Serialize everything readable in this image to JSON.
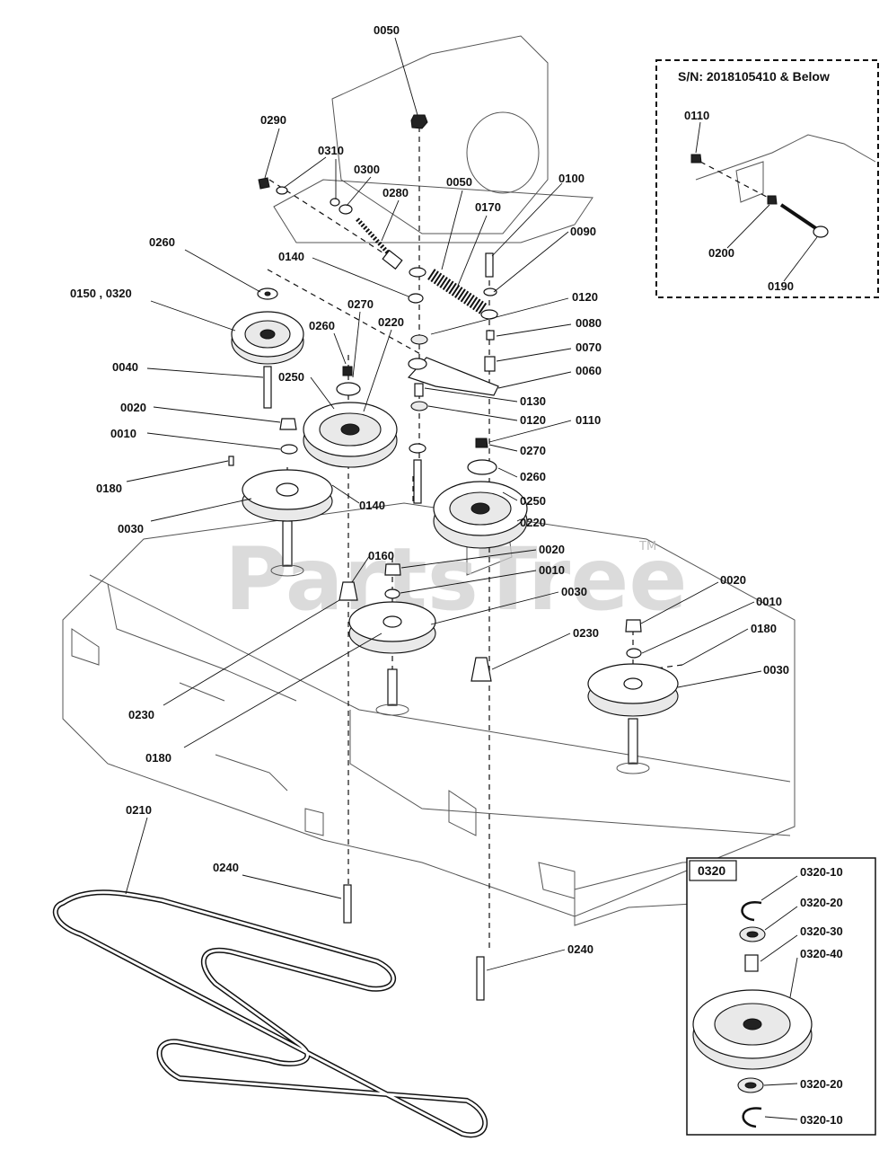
{
  "watermark": {
    "text": "PartsTree",
    "tm": "TM"
  },
  "inset_serial": {
    "title": "S/N: 2018105410 & Below",
    "labels": {
      "l0110": "0110",
      "l0200": "0200",
      "l0190": "0190"
    }
  },
  "inset_0320": {
    "tag": "0320",
    "labels": {
      "l10a": "0320-10",
      "l20a": "0320-20",
      "l30": "0320-30",
      "l40": "0320-40",
      "l20b": "0320-20",
      "l10b": "0320-10"
    }
  },
  "callouts": {
    "c0050a": "0050",
    "c0290": "0290",
    "c0310": "0310",
    "c0300": "0300",
    "c0280": "0280",
    "c0050b": "0050",
    "c0100": "0100",
    "c0170": "0170",
    "c0090": "0090",
    "c0260a": "0260",
    "c0140a": "0140",
    "c0120a": "0120",
    "c0150": "0150 , 0320",
    "c0270a": "0270",
    "c0220a": "0220",
    "c0080": "0080",
    "c0260b": "0260",
    "c0070": "0070",
    "c0040": "0040",
    "c0250a": "0250",
    "c0060": "0060",
    "c0130": "0130",
    "c0020a": "0020",
    "c0120b": "0120",
    "c0110": "0110",
    "c0010a": "0010",
    "c0270b": "0270",
    "c0180a": "0180",
    "c0260c": "0260",
    "c0030a": "0030",
    "c0140b": "0140",
    "c0250b": "0250",
    "c0220b": "0220",
    "c0160": "0160",
    "c0020b": "0020",
    "c0010b": "0010",
    "c0030b": "0030",
    "c0020c": "0020",
    "c0010c": "0010",
    "c0180b": "0180",
    "c0230a": "0230",
    "c0030c": "0030",
    "c0230b": "0230",
    "c0180c": "0180",
    "c0210": "0210",
    "c0240a": "0240",
    "c0240b": "0240"
  }
}
